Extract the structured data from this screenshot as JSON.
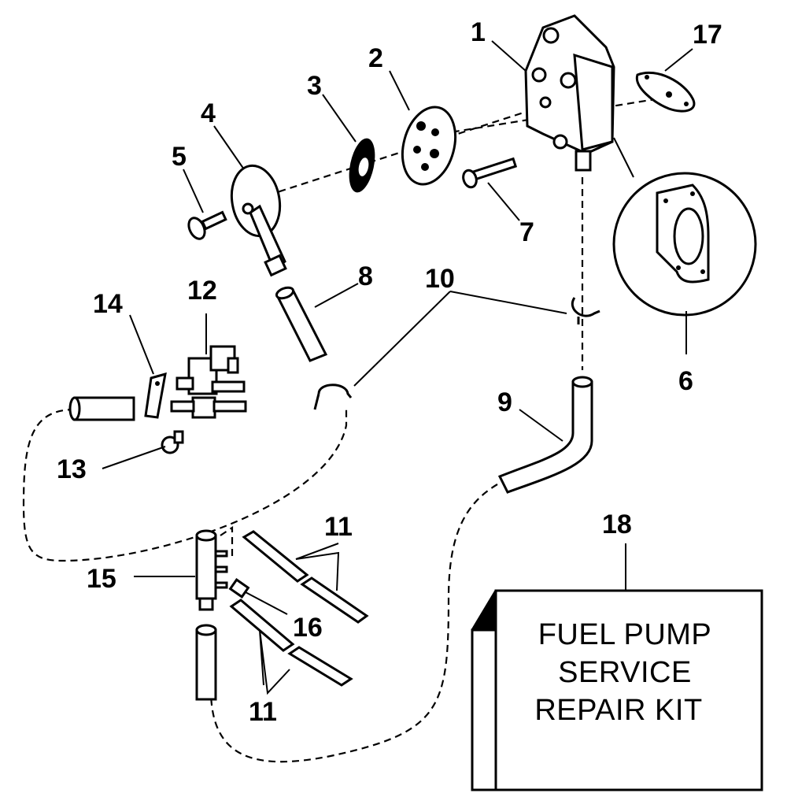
{
  "callouts": {
    "c1": "1",
    "c2": "2",
    "c3": "3",
    "c4": "4",
    "c5": "5",
    "c6": "6",
    "c7": "7",
    "c8": "8",
    "c9": "9",
    "c10": "10",
    "c11a": "11",
    "c11b": "11",
    "c12": "12",
    "c13": "13",
    "c14": "14",
    "c15": "15",
    "c16": "16",
    "c17": "17",
    "c18": "18"
  },
  "kit_box": {
    "line1": "FUEL PUMP",
    "line2": "SERVICE",
    "line3": "REPAIR KIT"
  },
  "colors": {
    "ink": "#000000",
    "paper": "#ffffff"
  }
}
